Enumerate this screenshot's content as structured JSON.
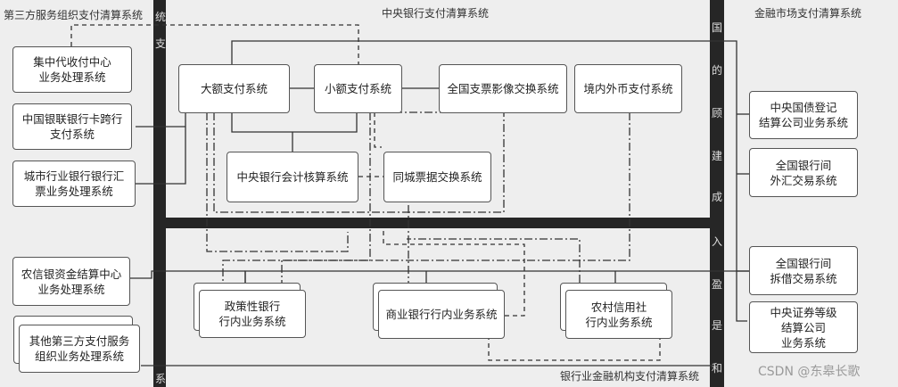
{
  "zones": {
    "third_party": "第三方服务组织支付清算系统",
    "central_bank": "中央银行支付清算系统",
    "financial_market": "金融市场支付清算系统",
    "banking": "银行业金融机构支付清算系统"
  },
  "boxes": {
    "collection_center": "集中代收付中心\n业务处理系统",
    "unionpay": "中国银联银行卡跨行\n支付系统",
    "city_bank_draft": "城市行业银行银行汇\n票业务处理系统",
    "rural_credit_clearing": "农信银资金结算中心\n业务处理系统",
    "other_third_party": "其他第三方支付服务\n组织业务处理系统",
    "hvps": "大额支付系统",
    "beps": "小额支付系统",
    "cheque_image": "全国支票影像交换系统",
    "fx_payment": "境内外币支付系统",
    "pbc_accounting": "中央银行会计核算系统",
    "local_clearing": "同城票据交换系统",
    "bond_depository": "中央国债登记\n结算公司业务系统",
    "fx_trading": "全国银行间\n外汇交易系统",
    "interbank_lending": "全国银行间\n拆借交易系统",
    "securities_depository": "中央证券等级\n结算公司\n业务系统",
    "policy_bank": "政策性银行\n行内业务系统",
    "commercial_bank": "商业银行行内业务系统",
    "rural_credit_coop": "农村信用社\n行内业务系统"
  },
  "stray_glyphs": {
    "g1": "统",
    "g2": "支",
    "g3": "国",
    "g4": "的",
    "g5": "顾",
    "g6": "建",
    "g7": "成",
    "g8": "入",
    "g9": "盈",
    "g10": "是",
    "g11": "和",
    "g12": "系"
  },
  "watermark": "CSDN @东皋长歌"
}
